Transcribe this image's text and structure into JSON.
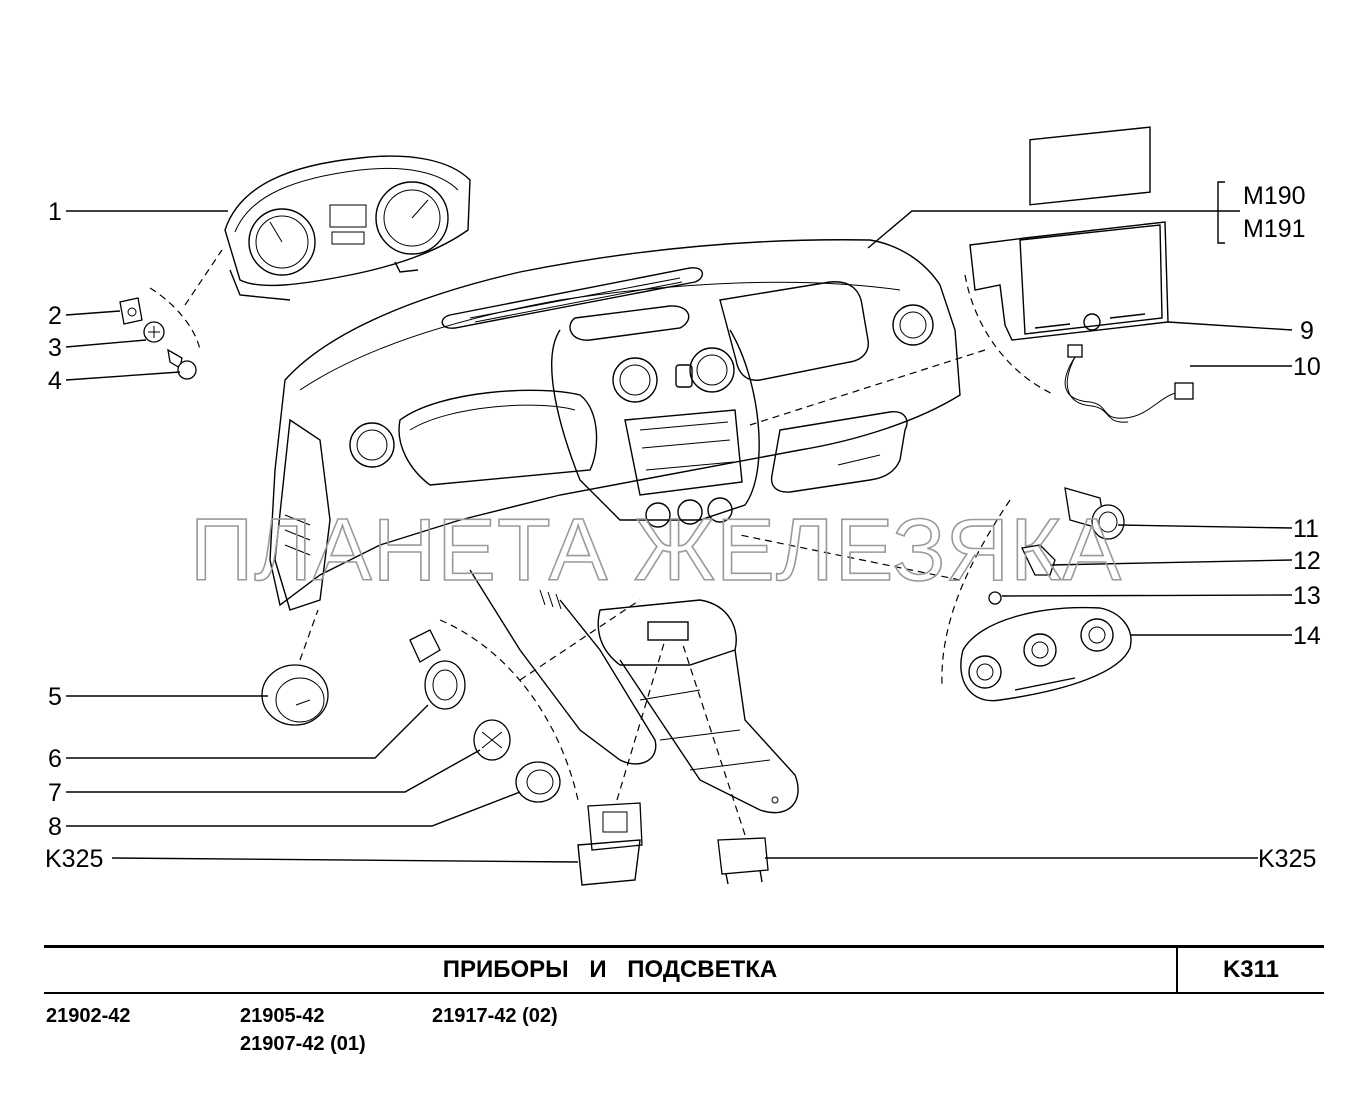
{
  "watermark": "ПЛАНЕТА ЖЕЛЕЗЯКА",
  "callouts": {
    "c1": "1",
    "c2": "2",
    "c3": "3",
    "c4": "4",
    "c5": "5",
    "c6": "6",
    "c7": "7",
    "c8": "8",
    "c9": "9",
    "c10": "10",
    "c11": "11",
    "c12": "12",
    "c13": "13",
    "c14": "14",
    "m190": "M190",
    "m191": "M191",
    "k325_left": "K325",
    "k325_right": "K325"
  },
  "title_block": {
    "title": "ПРИБОРЫ И ПОДСВЕТКА",
    "code": "K311"
  },
  "models": {
    "m1": "21902-42",
    "m2": "21905-42",
    "m3": "21917-42 (02)",
    "m4": "21907-42 (01)"
  }
}
